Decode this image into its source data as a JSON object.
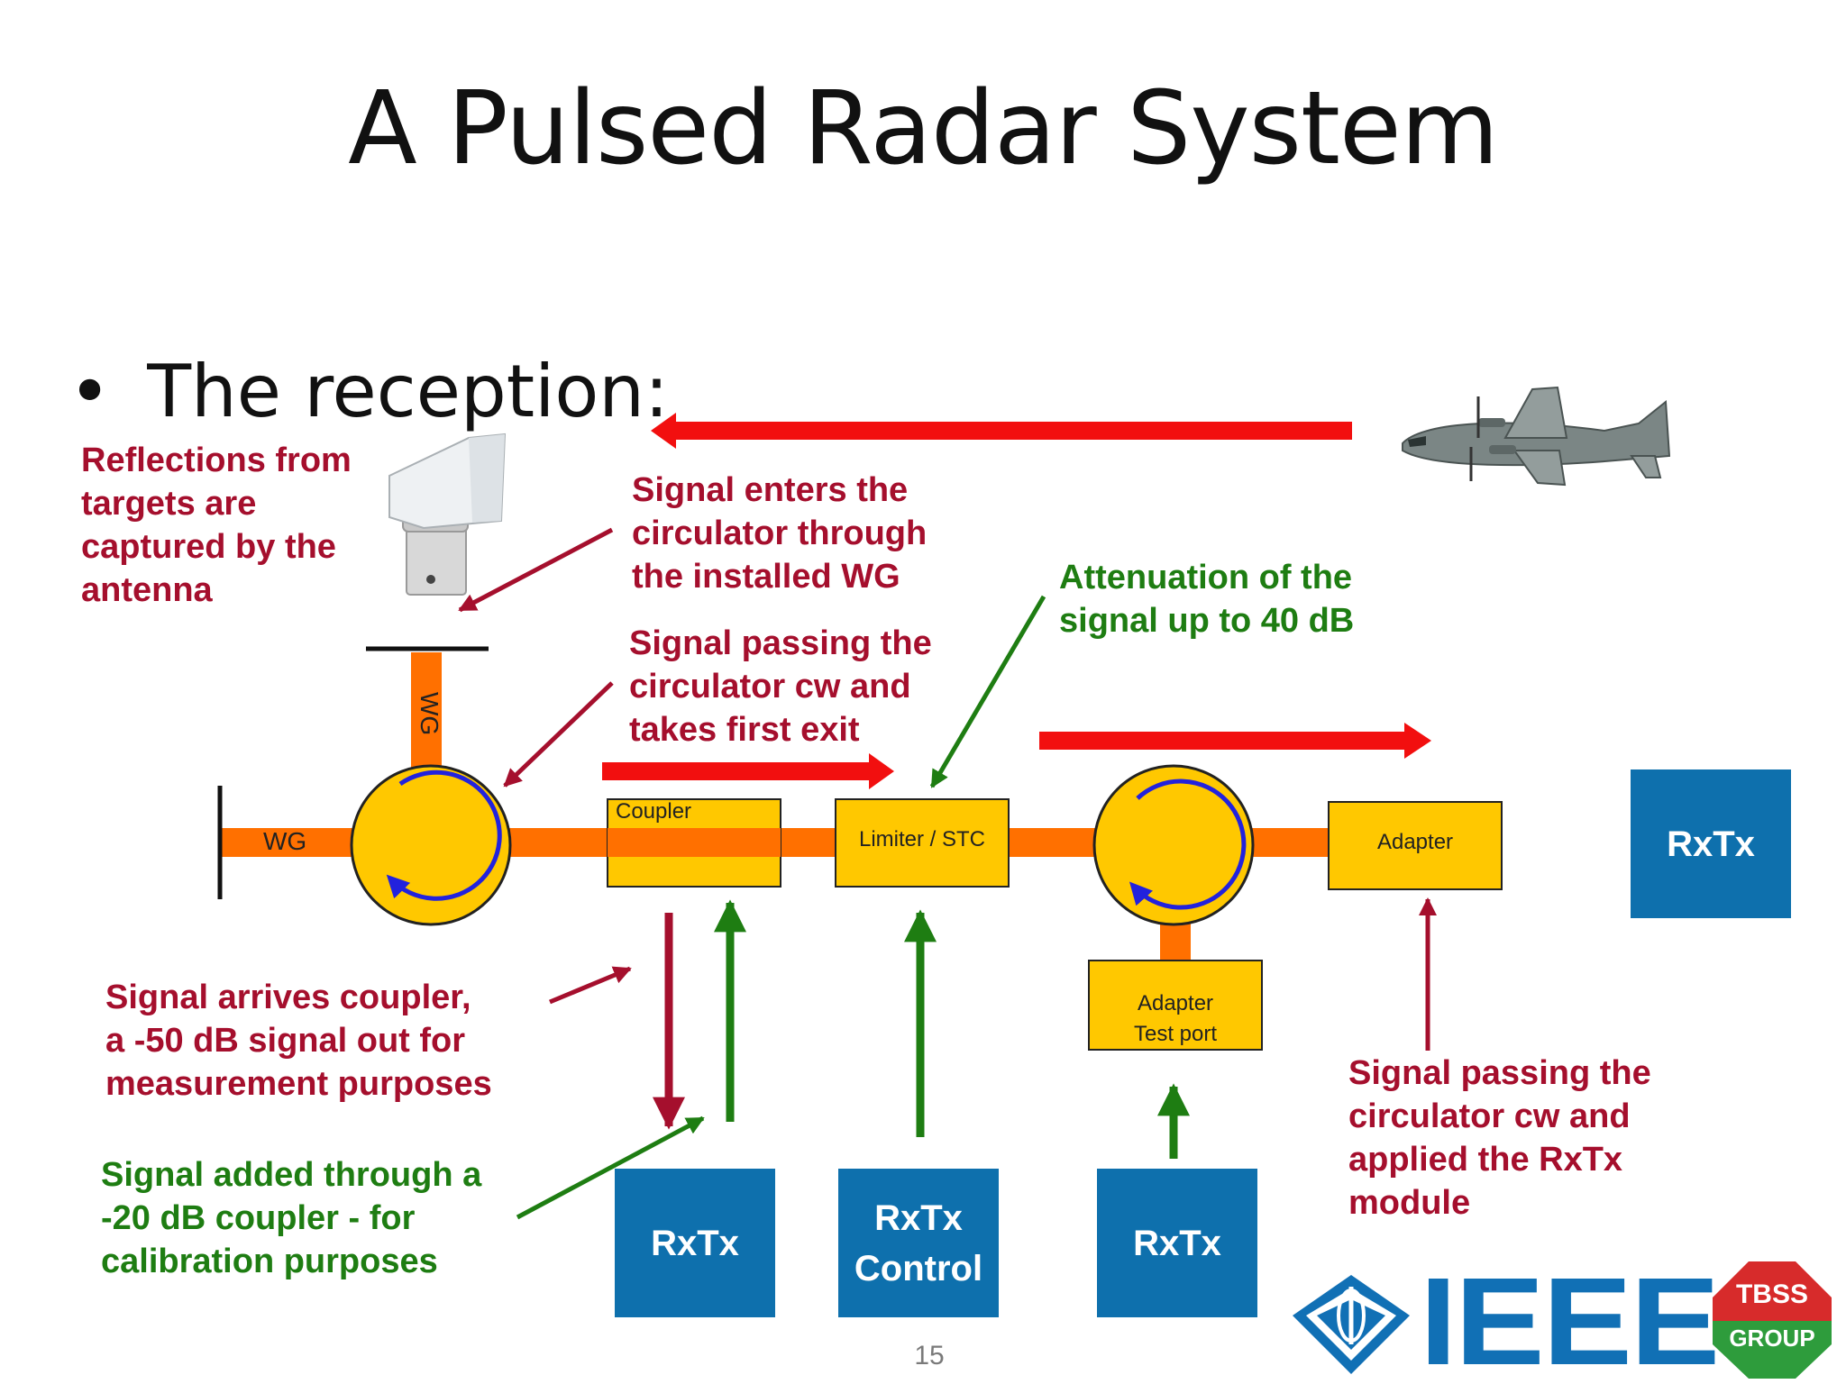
{
  "slide": {
    "title": "A Pulsed Radar System",
    "bullet": "The reception:",
    "page_number": "15"
  },
  "annotations": {
    "antenna_note": "Reflections from\ntargets are\ncaptured by the\nantenna",
    "enters_note": "Signal enters the\ncirculator through\nthe installed WG",
    "passing_first_exit_note": "Signal passing the\ncirculator cw and\ntakes first exit",
    "attenuation_note": "Attenuation of the\nsignal up to 40 dB",
    "coupler_note": "Signal arrives coupler,\na -50 dB signal out for\nmeasurement purposes",
    "calibration_note": "Signal added through a\n-20 dB coupler - for\ncalibration purposes",
    "rxtx_applied_note": "Signal passing the\ncirculator cw and\napplied the RxTx\nmodule"
  },
  "blocks": {
    "wg_horizontal": "WG",
    "wg_vertical": "WG",
    "coupler": "Coupler",
    "limiter": "Limiter / STC",
    "adapter": "Adapter",
    "adapter_test_port": "Adapter\nTest port",
    "rxtx_right": "RxTx",
    "rxtx_1": "RxTx",
    "rxtx_control": "RxTx\nControl",
    "rxtx_3": "RxTx"
  },
  "logos": {
    "ieee": "IEEE",
    "tbss_top": "TBSS",
    "tbss_bottom": "GROUP"
  },
  "colors": {
    "signal_red": "#f20f0f",
    "annotation_red": "#a50f2d",
    "annotation_green": "#1e7d12",
    "waveguide_orange": "#ff7000",
    "component_yellow": "#ffc800",
    "rxtx_blue": "#0e70ad",
    "circulator_arrow_blue": "#2222dd",
    "ieee_blue": "#1170b5",
    "tbss_red": "#d72b2b",
    "tbss_green": "#2e9c3c"
  }
}
